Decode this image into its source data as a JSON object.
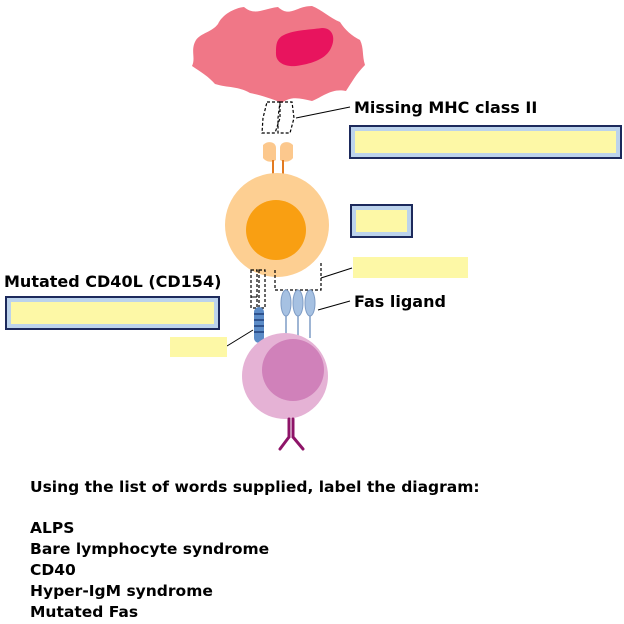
{
  "labels": {
    "mhc": "Missing MHC class II",
    "cd40l": "Mutated CD40L (CD154)",
    "fasl": "Fas ligand"
  },
  "instructions": {
    "heading": "Using the list of words supplied, label the diagram:",
    "words": [
      "ALPS",
      "Bare lymphocyte syndrome",
      "CD40",
      "Hyper-IgM syndrome",
      "Mutated Fas"
    ]
  },
  "colors": {
    "apc_body": "#f07787",
    "apc_nucleus": "#e8145e",
    "t_cell_body": "#fdcf92",
    "t_cell_nucleus": "#f99f12",
    "receptor": "#fcc88d",
    "fas_ligand": "#a6c1e2",
    "cd40l": "#5b8bc7",
    "b_cell_body": "#e5b2d5",
    "b_cell_nucleus": "#d081ba",
    "antibody": "#8e1468",
    "answer_fill": "#fdf8a6",
    "answer_border": "#1d2a5c"
  }
}
